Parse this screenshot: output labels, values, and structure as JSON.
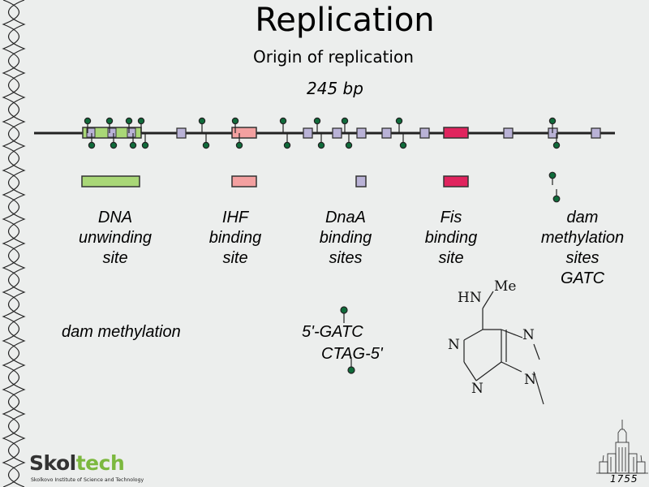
{
  "slide": {
    "title": "Replication",
    "subtitle": "Origin of replication",
    "length_label": "245 bp"
  },
  "legend": {
    "dna_unwinding": [
      "DNA",
      "unwinding",
      "site"
    ],
    "ihf": [
      "IHF",
      "binding",
      "site"
    ],
    "dnaa": [
      "DnaA",
      "binding",
      "sites"
    ],
    "fis": [
      "Fis",
      "binding",
      "site"
    ],
    "dam": [
      "dam",
      "methylation",
      "sites",
      "GATC"
    ]
  },
  "bottom": {
    "dam_methylation": "dam methylation",
    "seq_top": "5'-GATC",
    "seq_bottom": "CTAG-5'"
  },
  "molecule": {
    "hn": "HN",
    "me": "Me",
    "n1": "N",
    "n3": "N",
    "n7": "N",
    "n9": "N"
  },
  "logo": {
    "sko": "Skol",
    "tech": "tech",
    "tagline": "Skolkovo Institute of Science and Technology"
  },
  "footer": {
    "year": "1755"
  },
  "colors": {
    "green_box": "#a9d777",
    "pink_box": "#f3a0a0",
    "purple_box": "#b9b2d6",
    "magenta_box": "#e0245e",
    "dot": "#0f6b3a",
    "logo_green": "#7cb83e"
  }
}
